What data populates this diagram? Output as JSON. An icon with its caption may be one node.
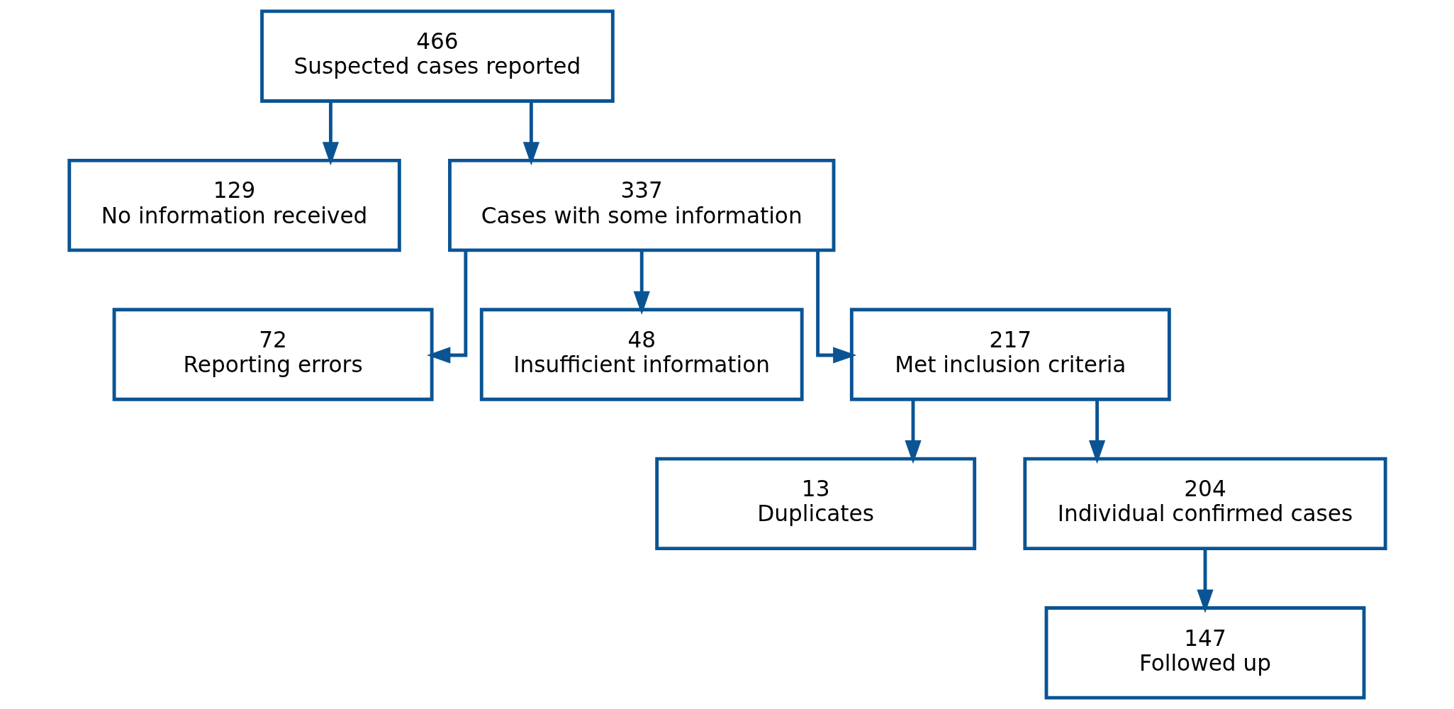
{
  "diagram": {
    "nodes": [
      {
        "text": [
          "466",
          "Suspected cases reported"
        ]
      },
      {
        "text": [
          "129",
          "No information received"
        ]
      },
      {
        "text": [
          "337",
          "Cases with some information"
        ]
      },
      {
        "text": [
          "72",
          "Reporting errors"
        ]
      },
      {
        "text": [
          "48",
          "Insufficient information"
        ]
      },
      {
        "text": [
          "217",
          "Met inclusion criteria"
        ]
      },
      {
        "text": [
          "13",
          "Duplicates"
        ]
      },
      {
        "text": [
          "204",
          "Individual confirmed cases"
        ]
      },
      {
        "text": [
          "147",
          "Followed up"
        ]
      }
    ],
    "edges": [
      {
        "from": 0,
        "to": 1,
        "arrow": "to"
      },
      {
        "from": 0,
        "to": 2,
        "arrow": "to"
      },
      {
        "from": 2,
        "to": 3,
        "arrow": "to"
      },
      {
        "from": 2,
        "to": 4,
        "arrow": "to"
      },
      {
        "from": 2,
        "to": 5,
        "arrow": "to"
      },
      {
        "from": 5,
        "to": 6,
        "arrow": "to"
      },
      {
        "from": 5,
        "to": 7,
        "arrow": "to"
      },
      {
        "from": 7,
        "to": 8,
        "arrow": "to"
      }
    ]
  }
}
